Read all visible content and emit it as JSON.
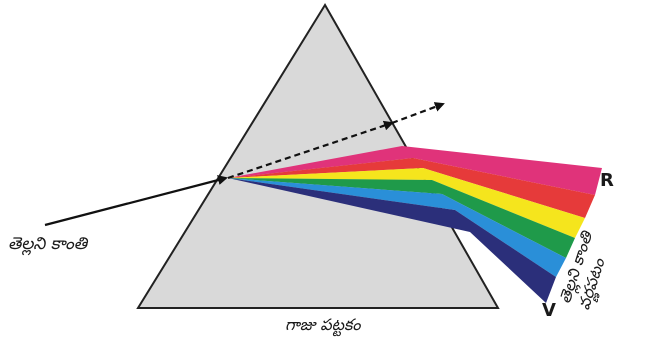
{
  "labels": {
    "incident_light": "తెల్లని కాంతి",
    "prism": "గాజు పట్టకం",
    "spectrum_line1": "తెల్లని కాంతి",
    "spectrum_line2": "వర్ణపటం",
    "red_end": "R",
    "violet_end": "V"
  },
  "colors": {
    "prism_fill": "#d9d9d9",
    "prism_edge": "#222222",
    "ray": "#111111",
    "bands": [
      "#e0337a",
      "#e63a3a",
      "#f5e51d",
      "#1f9a4a",
      "#2a8fd8",
      "#2b2f7a"
    ]
  }
}
